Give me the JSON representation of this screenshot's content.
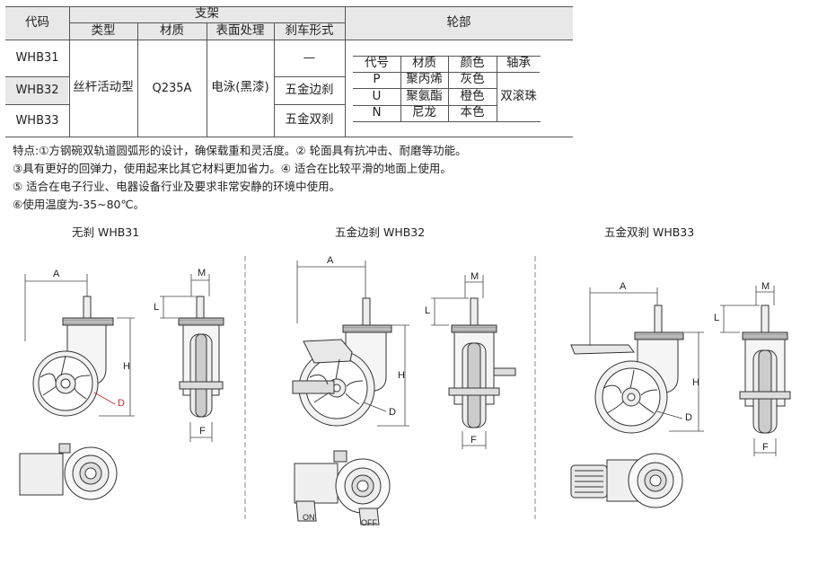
{
  "table": {
    "col_code": "代码",
    "group_bracket": "支架",
    "col_type": "类型",
    "col_material": "材质",
    "col_surface": "表面处理",
    "col_brake": "刹车形式",
    "group_wheel": "轮部",
    "rows": [
      {
        "code": "WHB31",
        "brake": "—"
      },
      {
        "code": "WHB32",
        "brake": "五金边刹"
      },
      {
        "code": "WHB33",
        "brake": "五金双刹"
      }
    ],
    "type_value": "丝杆活动型",
    "material_value": "Q235A",
    "surface_value": "电泳(黑漆)",
    "wheel_headers": [
      "代号",
      "材质",
      "颜色",
      "轴承"
    ],
    "wheel_rows": [
      [
        "P",
        "聚丙烯",
        "灰色"
      ],
      [
        "U",
        "聚氨酯",
        "橙色"
      ],
      [
        "N",
        "尼龙",
        "本色"
      ]
    ],
    "bearing_value": "双滚珠"
  },
  "notes": [
    "特点:①方钢碗双轨道圆弧形的设计，确保载重和灵活度。② 轮面具有抗冲击、耐磨等功能。",
    "③具有更好的回弹力，使用起来比其它材料更加省力。④ 适合在比较平滑的地面上使用。",
    "⑤ 适合在电子行业、电器设备行业及要求非常安静的环境中使用。",
    "⑥使用温度为-35~80℃。"
  ],
  "captions": [
    "无刹  WHB31",
    "五金边刹  WHB32",
    "五金双刹  WHB33"
  ],
  "dims": {
    "A": "A",
    "M": "M",
    "L": "L",
    "H": "H",
    "D": "D",
    "F": "F"
  },
  "pedal_labels": {
    "on": "ON",
    "off": "OFF"
  },
  "colors": {
    "header_bg": "#e8e8e8",
    "dim_red": "#d9262c",
    "line": "#555555"
  }
}
